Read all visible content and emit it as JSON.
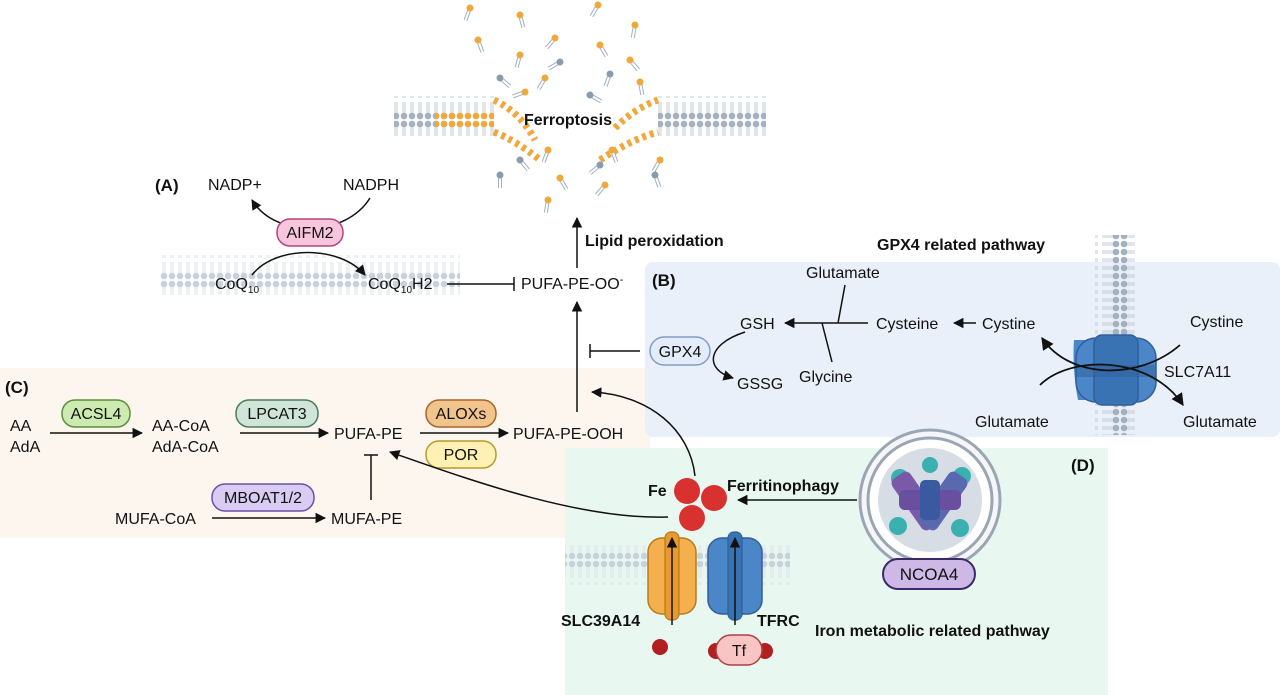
{
  "ferroptosis": "Ferroptosis",
  "lipid_peroxidation": "Lipid peroxidation",
  "panel_a": {
    "letter": "(A)",
    "nadp": "NADP+",
    "nadph": "NADPH",
    "enzyme": "AIFM2",
    "coq": "CoQ",
    "coq_sub": "10",
    "coqh2_prefix": "CoQ",
    "coqh2_sub": "10",
    "coqh2_suffix": "H2",
    "pufa_pe_oo": "PUFA-PE-OO",
    "pufa_pe_oo_sup": "-"
  },
  "panel_b": {
    "letter": "(B)",
    "title": "GPX4 related pathway",
    "glutamate_top": "Glutamate",
    "gsh": "GSH",
    "cysteine": "Cysteine",
    "cystine_in": "Cystine",
    "cystine_out": "Cystine",
    "gpx4": "GPX4",
    "glycine": "Glycine",
    "gssg": "GSSG",
    "slc7a11": "SLC7A11",
    "glutamate_left": "Glutamate",
    "glutamate_right": "Glutamate"
  },
  "panel_c": {
    "letter": "(C)",
    "aa": "AA",
    "ada": "AdA",
    "acsl4": "ACSL4",
    "aa_coa": "AA-CoA",
    "ada_coa": "AdA-CoA",
    "lpcat3": "LPCAT3",
    "pufa_pe": "PUFA-PE",
    "aloxs": "ALOXs",
    "por": "POR",
    "pufa_pe_ooh": "PUFA-PE-OOH",
    "mufa_coa": "MUFA-CoA",
    "mboat": "MBOAT1/2",
    "mufa_pe": "MUFA-PE"
  },
  "panel_d": {
    "letter": "(D)",
    "fe": "Fe",
    "ferritinophagy": "Ferritinophagy",
    "ncoa4": "NCOA4",
    "slc39a14": "SLC39A14",
    "tfrc": "TFRC",
    "tf": "Tf",
    "title": "Iron metabolic related pathway"
  },
  "colors": {
    "panel_b_bg": "#eaf0fa",
    "panel_c_bg": "#fdf6ee",
    "panel_d_bg": "#e8f8f1",
    "membrane_head": "#9aa8b8",
    "lipid_orange": "#f0a83c",
    "iron_red": "#d93030",
    "aifm2": "#f7c6dc",
    "acsl4": "#cdebb0",
    "lpcat3": "#cfe5d8",
    "aloxs": "#f1c48e",
    "por": "#fff0b3",
    "mboat": "#d9ccf2",
    "gpx4": "#e3ecfa",
    "ncoa4": "#cdb8e6",
    "tf": "#f9c4c4",
    "slc7a11": "#4a86c8",
    "slc39a14": "#f5b04e",
    "tfrc": "#4a86c8"
  }
}
